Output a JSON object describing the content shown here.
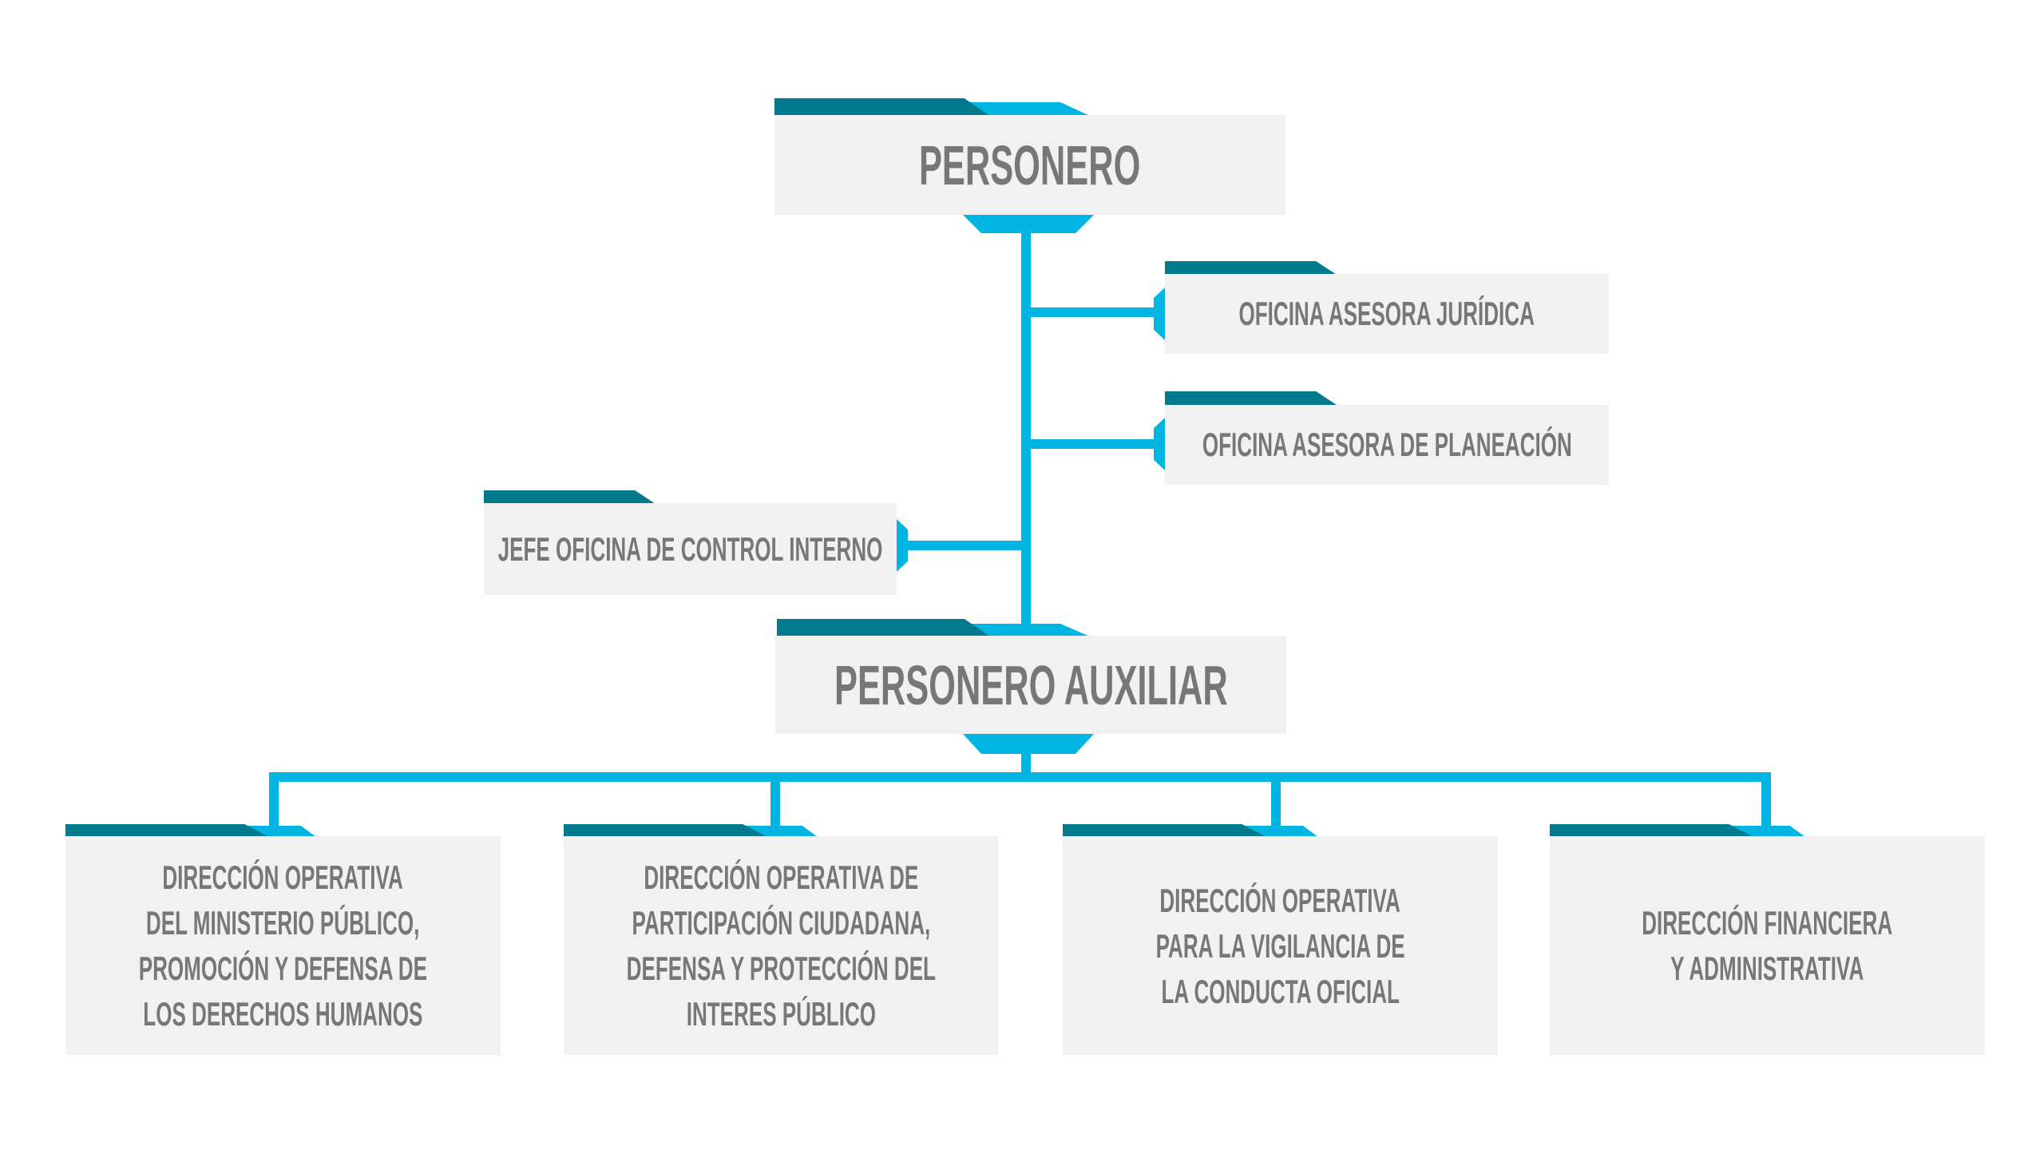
{
  "colors": {
    "dark_tab": "#007a8c",
    "accent": "#00b5e2",
    "box": "#f1f1f1",
    "text": "#777777"
  },
  "nodes": {
    "personero": "PERSONERO",
    "juridica": "OFICINA ASESORA JURÍDICA",
    "planeacion": "OFICINA ASESORA DE PLANEACIÓN",
    "control": "JEFE OFICINA DE CONTROL INTERNO",
    "auxiliar": "PERSONERO AUXILIAR",
    "direcciones": [
      {
        "lines": [
          "DIRECCIÓN OPERATIVA",
          "DEL MINISTERIO PÚBLICO,",
          "PROMOCIÓN Y DEFENSA DE",
          "LOS DERECHOS HUMANOS"
        ]
      },
      {
        "lines": [
          "DIRECCIÓN OPERATIVA DE",
          "PARTICIPACIÓN CIUDADANA,",
          "DEFENSA Y PROTECCIÓN DEL",
          "INTERES PÚBLICO"
        ]
      },
      {
        "lines": [
          "DIRECCIÓN OPERATIVA",
          "PARA LA VIGILANCIA DE",
          "LA CONDUCTA OFICIAL"
        ]
      },
      {
        "lines": [
          "DIRECCIÓN FINANCIERA",
          "Y ADMINISTRATIVA"
        ]
      }
    ]
  }
}
